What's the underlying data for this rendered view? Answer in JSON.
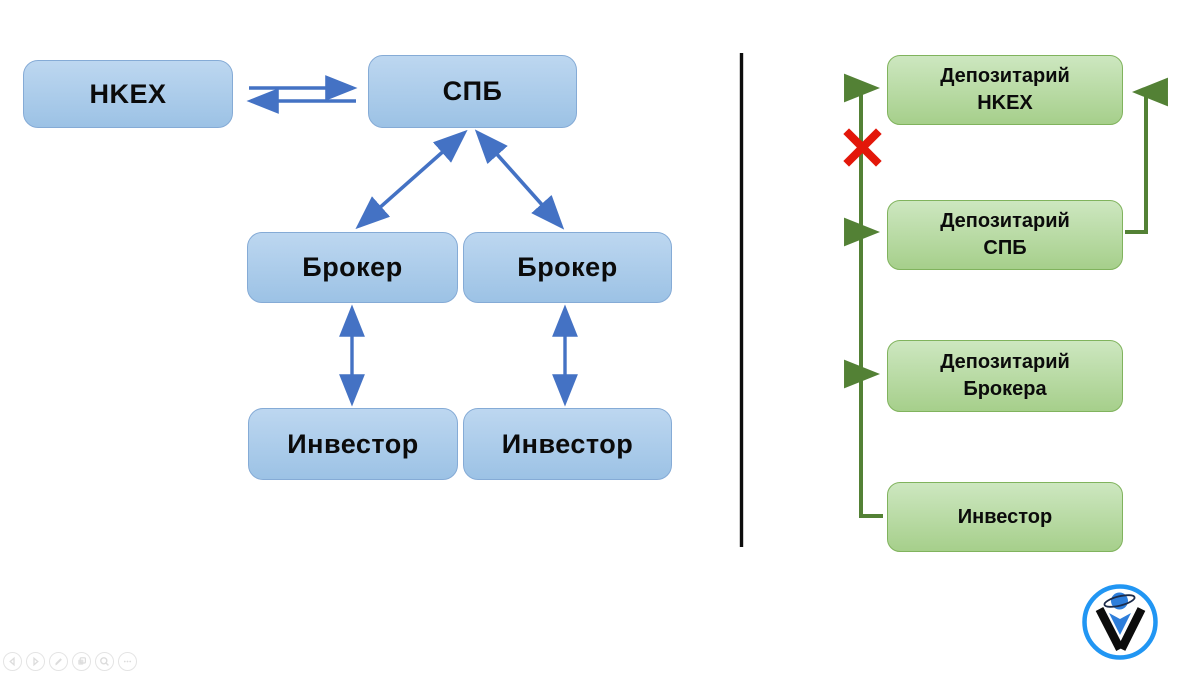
{
  "left_diagram": {
    "title_hint": "trading-links",
    "nodes": {
      "hkex": {
        "label": "HKEX"
      },
      "spb": {
        "label": "СПБ"
      },
      "broker1": {
        "label": "Брокер"
      },
      "broker2": {
        "label": "Брокер"
      },
      "investor1": {
        "label": "Инвестор"
      },
      "investor2": {
        "label": "Инвестор"
      }
    }
  },
  "right_diagram": {
    "title_hint": "custody-chain",
    "nodes": {
      "dep_hkex": {
        "label": "Депозитарий\nHKEX"
      },
      "dep_spb": {
        "label": "Депозитарий\nСПБ"
      },
      "dep_broker": {
        "label": "Депозитарий\nБрокера"
      },
      "investor": {
        "label": "Инвестор"
      }
    },
    "blocked_link_symbol": "✖"
  },
  "colors": {
    "blue_box_fill_top": "#bdd7f0",
    "blue_box_fill_bottom": "#9cc2e5",
    "blue_box_border": "#85abd6",
    "blue_arrow": "#4472c4",
    "green_box_fill_top": "#cde7c0",
    "green_box_fill_bottom": "#a6cf8b",
    "green_box_border": "#80b35d",
    "green_arrow": "#538135",
    "red_x": "#e3170a",
    "divider": "#0d0d0d",
    "logo_blue": "#2196f3"
  },
  "icons": {
    "toolbar": [
      {
        "name": "prev-arrow-icon"
      },
      {
        "name": "next-arrow-icon"
      },
      {
        "name": "edit-pencil-icon"
      },
      {
        "name": "frames-icon"
      },
      {
        "name": "zoom-icon"
      },
      {
        "name": "more-dots-icon"
      }
    ],
    "logo": "v-planet-logo"
  }
}
